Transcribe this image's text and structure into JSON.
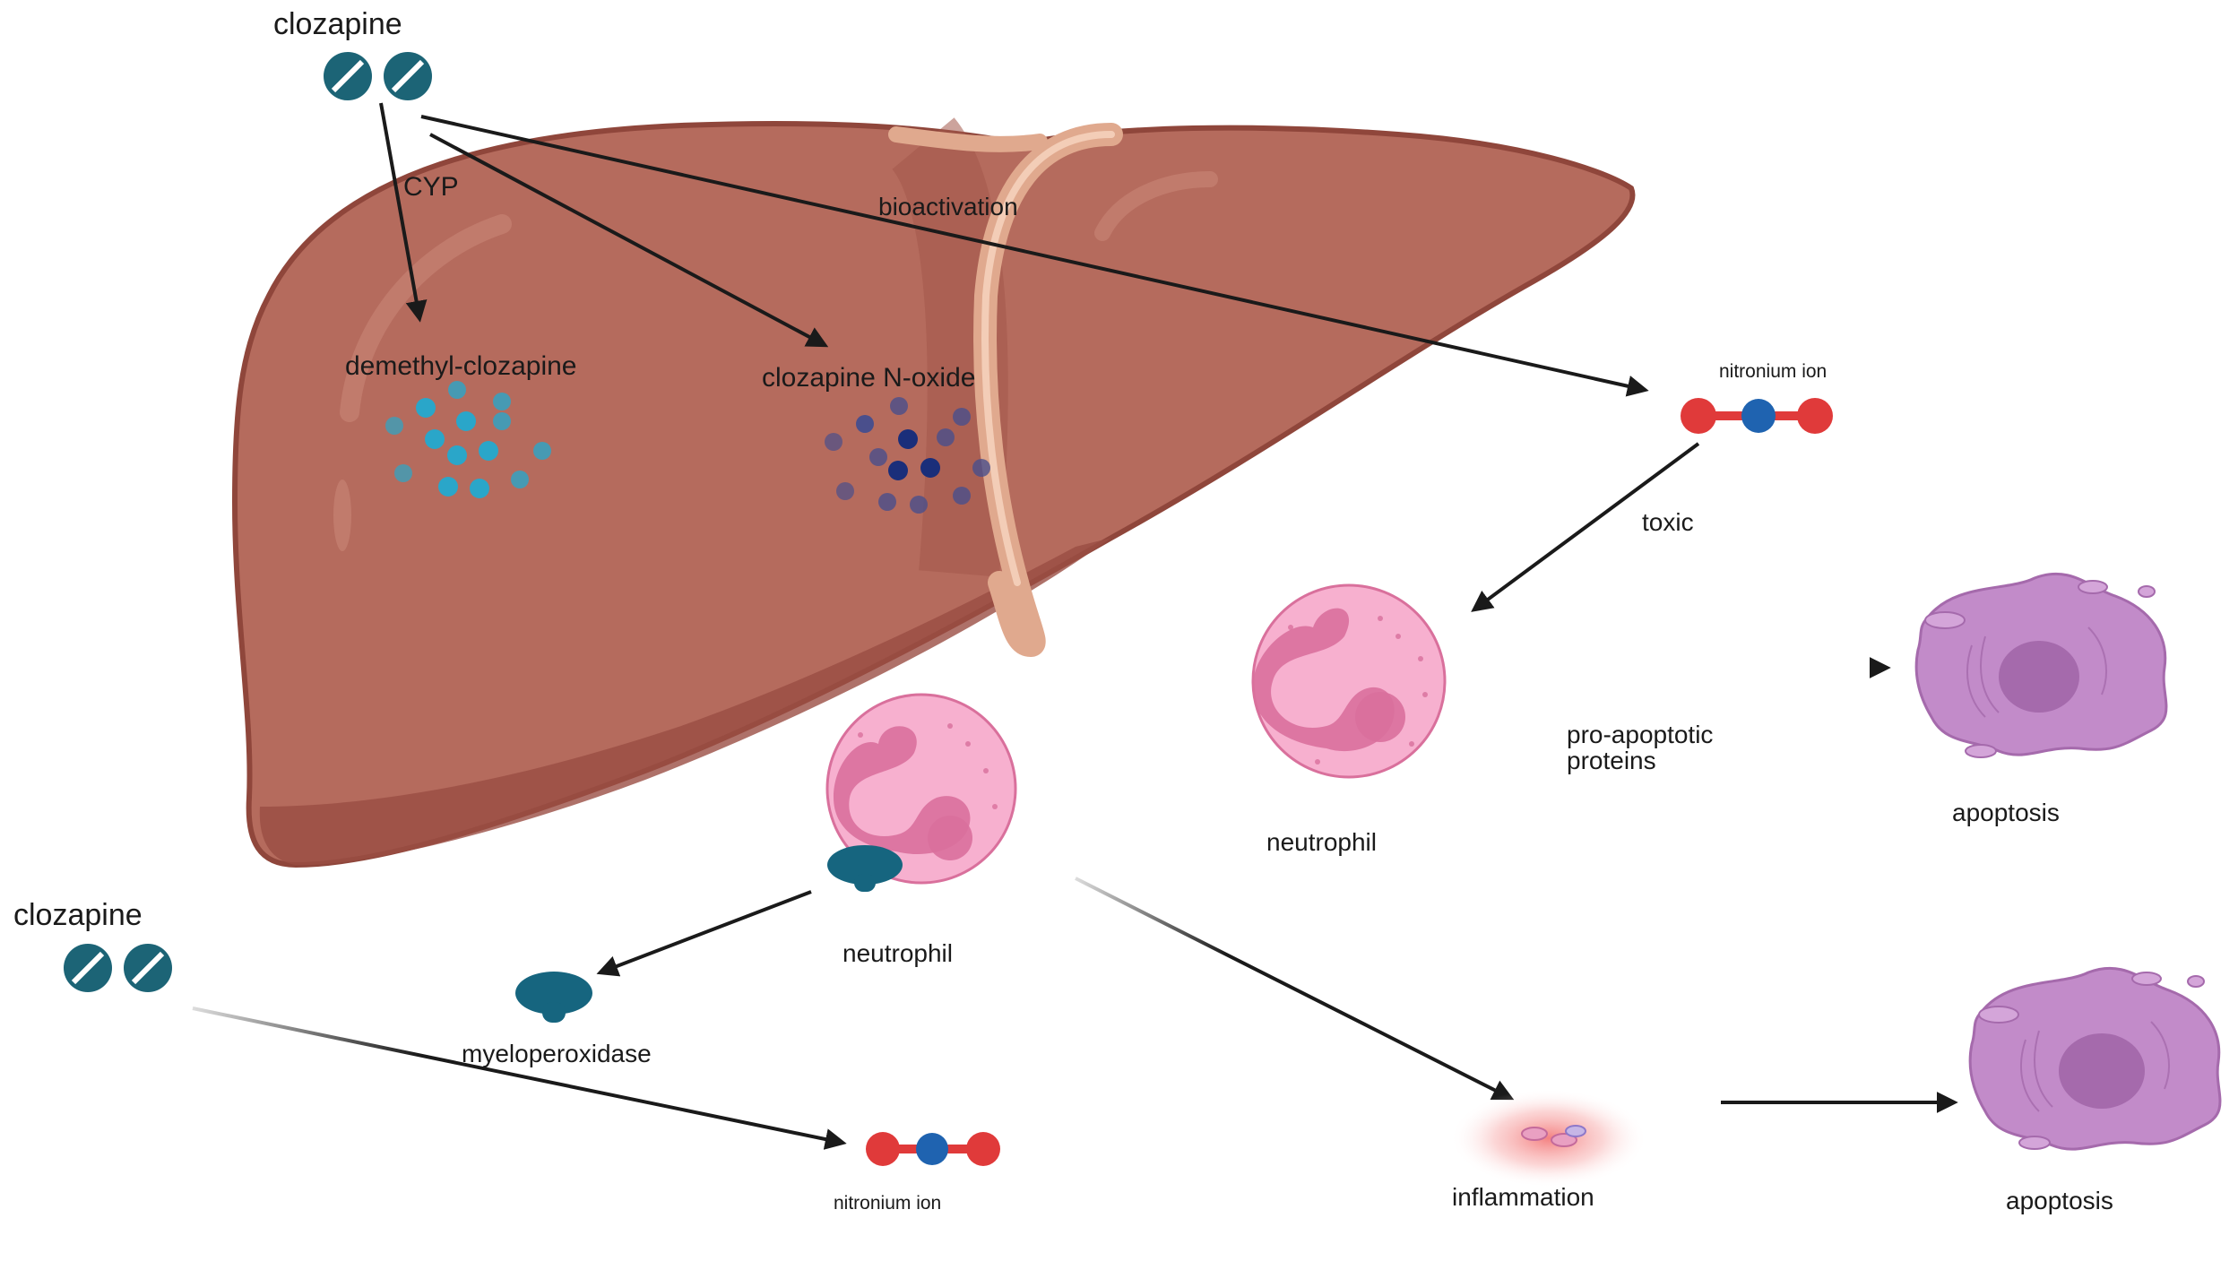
{
  "labels": {
    "clozapine_top": "clozapine",
    "cyp": "CYP",
    "bioactivation": "bioactivation",
    "demethyl_clozapine": "demethyl-clozapine",
    "clozapine_n_oxide": "clozapine N-oxide",
    "nitronium_ion_top": "nitronium ion",
    "toxic": "toxic",
    "neutrophil_right": "neutrophil",
    "pro_apoptotic_line1": "pro-apoptotic",
    "pro_apoptotic_line2": "proteins",
    "apoptosis_top": "apoptosis",
    "neutrophil_center": "neutrophil",
    "clozapine_bottom": "clozapine",
    "myeloperoxidase": "myeloperoxidase",
    "nitronium_ion_bottom": "nitronium ion",
    "inflammation": "inflammation",
    "apoptosis_bottom": "apoptosis"
  },
  "colors": {
    "liver": "#b56b5d",
    "liver_dark": "#9a4e43",
    "ligament": "#e0a98e",
    "pill": "#1c6476",
    "demethyl_dots": "#2aa6c9",
    "n_oxide_dots": "#4a4f8c",
    "nitronium_red": "#e03a3a",
    "nitronium_blue": "#1f63b0",
    "neutrophil": "#f7b0cf",
    "neutrophil_nucleus": "#d9709c",
    "mpo": "#16657f",
    "apoptotic_cell": "#c28bc9",
    "arrow": "#1a1a1a"
  },
  "icons": [
    "pill-icon",
    "liver-illustration",
    "molecule-icon",
    "neutrophil-cell",
    "apoptotic-cell",
    "enzyme-icon",
    "inflammation-glow"
  ]
}
